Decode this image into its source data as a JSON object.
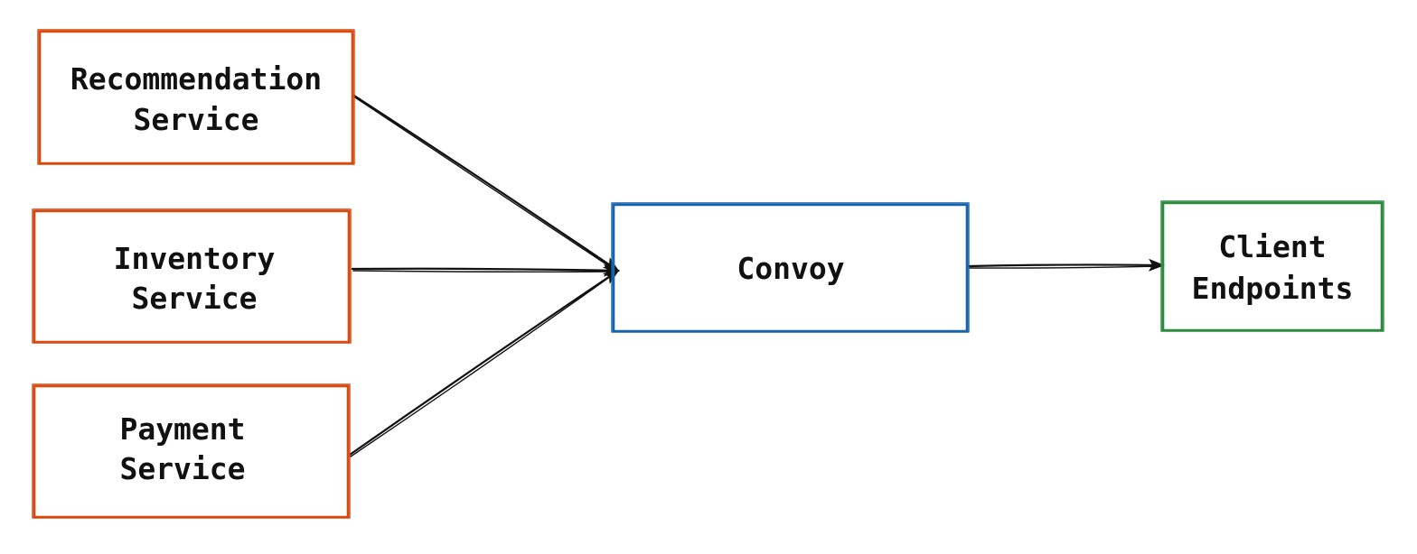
{
  "colors": {
    "source": "#d9480f",
    "hub": "#1864ab",
    "target": "#2b8a3e",
    "edge": "#111111"
  },
  "nodes": [
    {
      "id": "recommendation",
      "lines": [
        "Recommendation",
        "Service"
      ],
      "role": "source"
    },
    {
      "id": "inventory",
      "lines": [
        "Inventory",
        "Service"
      ],
      "role": "source"
    },
    {
      "id": "payment",
      "lines": [
        "Payment",
        "Service"
      ],
      "role": "source"
    },
    {
      "id": "convoy",
      "lines": [
        "Convoy"
      ],
      "role": "hub"
    },
    {
      "id": "client",
      "lines": [
        "Client",
        "Endpoints"
      ],
      "role": "target"
    }
  ],
  "edges": [
    {
      "from": "recommendation",
      "to": "convoy"
    },
    {
      "from": "inventory",
      "to": "convoy"
    },
    {
      "from": "payment",
      "to": "convoy"
    },
    {
      "from": "convoy",
      "to": "client"
    }
  ]
}
